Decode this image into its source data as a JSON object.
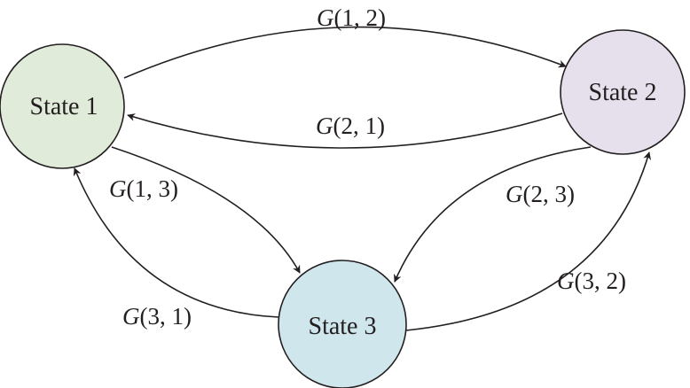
{
  "diagram": {
    "type": "state-transition-graph",
    "nodes": [
      {
        "id": "s1",
        "label": "State 1",
        "color": "#e1ebd9"
      },
      {
        "id": "s2",
        "label": "State 2",
        "color": "#e5e0ec"
      },
      {
        "id": "s3",
        "label": "State 3",
        "color": "#cfe6ec"
      }
    ],
    "edges": [
      {
        "from": "s1",
        "to": "s2",
        "func": "G",
        "args": "(1, 2)"
      },
      {
        "from": "s2",
        "to": "s1",
        "func": "G",
        "args": "(2, 1)"
      },
      {
        "from": "s1",
        "to": "s3",
        "func": "G",
        "args": "(1, 3)"
      },
      {
        "from": "s3",
        "to": "s1",
        "func": "G",
        "args": "(3, 1)"
      },
      {
        "from": "s2",
        "to": "s3",
        "func": "G",
        "args": "(2, 3)"
      },
      {
        "from": "s3",
        "to": "s2",
        "func": "G",
        "args": "(3, 2)"
      }
    ],
    "stroke_color": "#231f20"
  }
}
